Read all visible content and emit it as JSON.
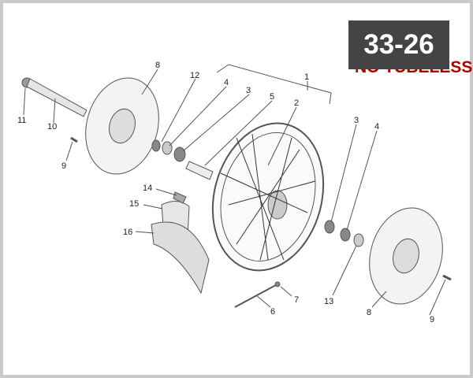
{
  "header": {
    "code": "33-26",
    "note": "NO TUBELESS"
  },
  "colors": {
    "badge_bg": "#444444",
    "note": "#b30000",
    "frame": "#c9c9c9"
  },
  "callouts": [
    "1",
    "2",
    "3",
    "4",
    "5",
    "6",
    "7",
    "8",
    "9",
    "10",
    "11",
    "12",
    "13",
    "14",
    "15",
    "16",
    "3",
    "4",
    "8",
    "9"
  ]
}
